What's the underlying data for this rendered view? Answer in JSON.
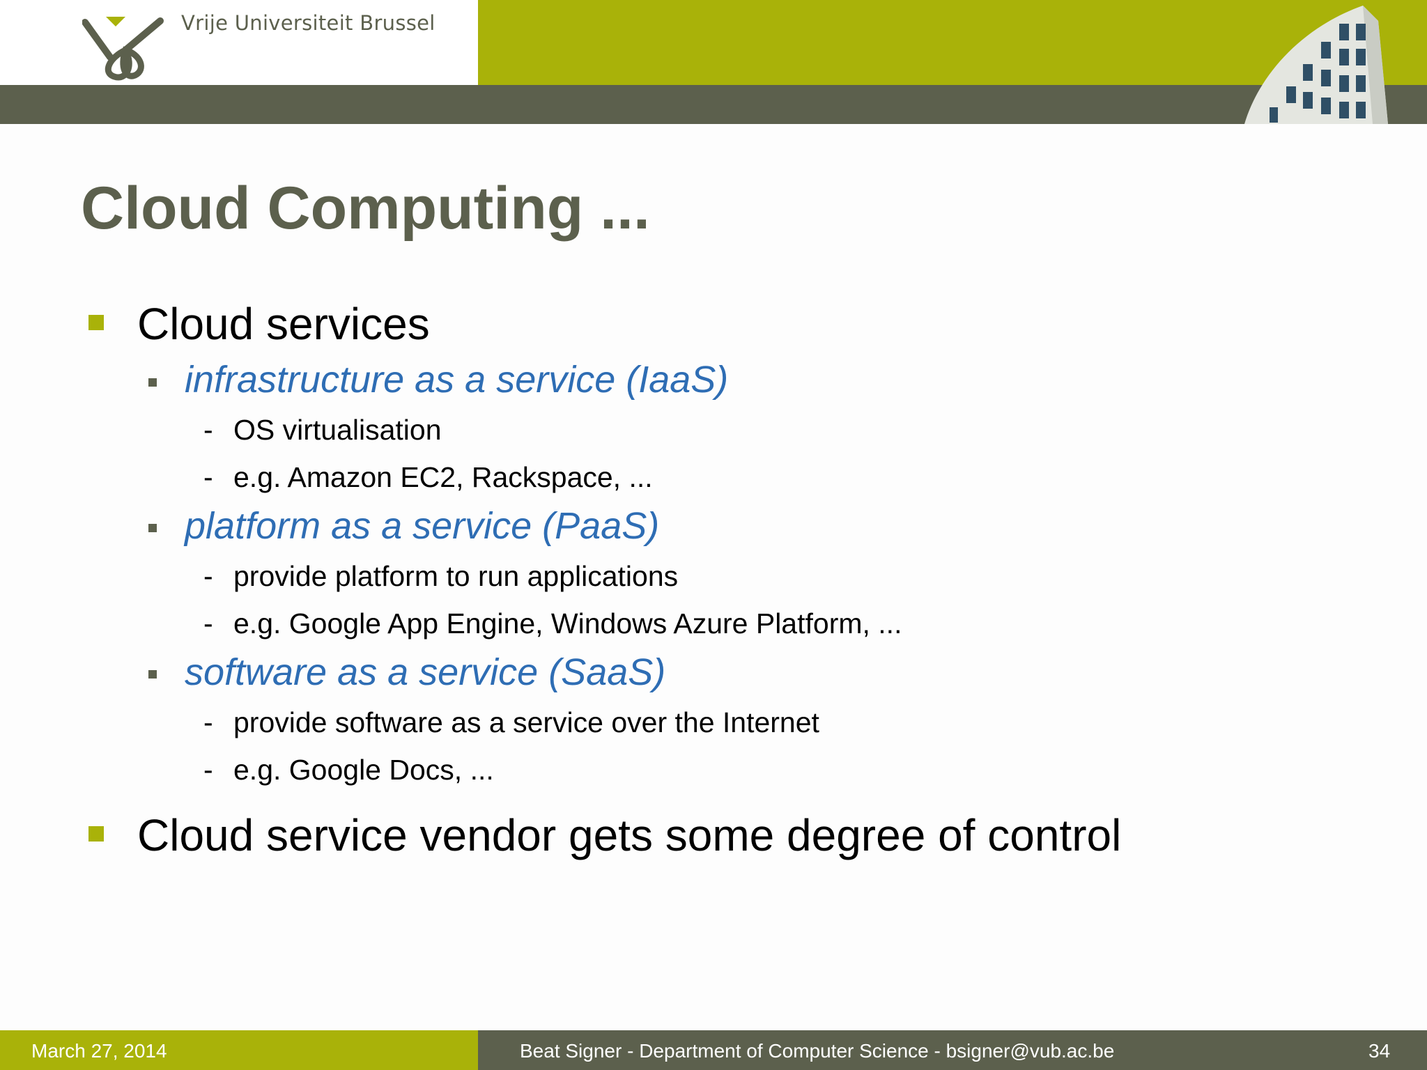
{
  "header": {
    "institution": "Vrije Universiteit Brussel",
    "logo_icon": "vub-logo-icon",
    "building_image": "building-icon"
  },
  "colors": {
    "accent_green": "#a9b209",
    "dark_gray": "#5c604d",
    "link_blue": "#2e6db4"
  },
  "title": "Cloud Computing ...",
  "content": {
    "bullet1": "Cloud services",
    "iaas": {
      "label": "infrastructure as a service (IaaS)",
      "points": [
        "OS virtualisation",
        "e.g. Amazon EC2, Rackspace, ..."
      ]
    },
    "paas": {
      "label": "platform as a service (PaaS)",
      "points": [
        "provide platform to run applications",
        "e.g. Google App Engine, Windows Azure Platform, ..."
      ]
    },
    "saas": {
      "label": "software as a service (SaaS)",
      "points": [
        "provide software as a service over the Internet",
        "e.g. Google Docs, ..."
      ]
    },
    "bullet2": "Cloud service vendor gets some degree of control"
  },
  "footer": {
    "date": "March 27, 2014",
    "author": "Beat Signer - Department of Computer Science - bsigner@vub.ac.be",
    "page": "34"
  }
}
